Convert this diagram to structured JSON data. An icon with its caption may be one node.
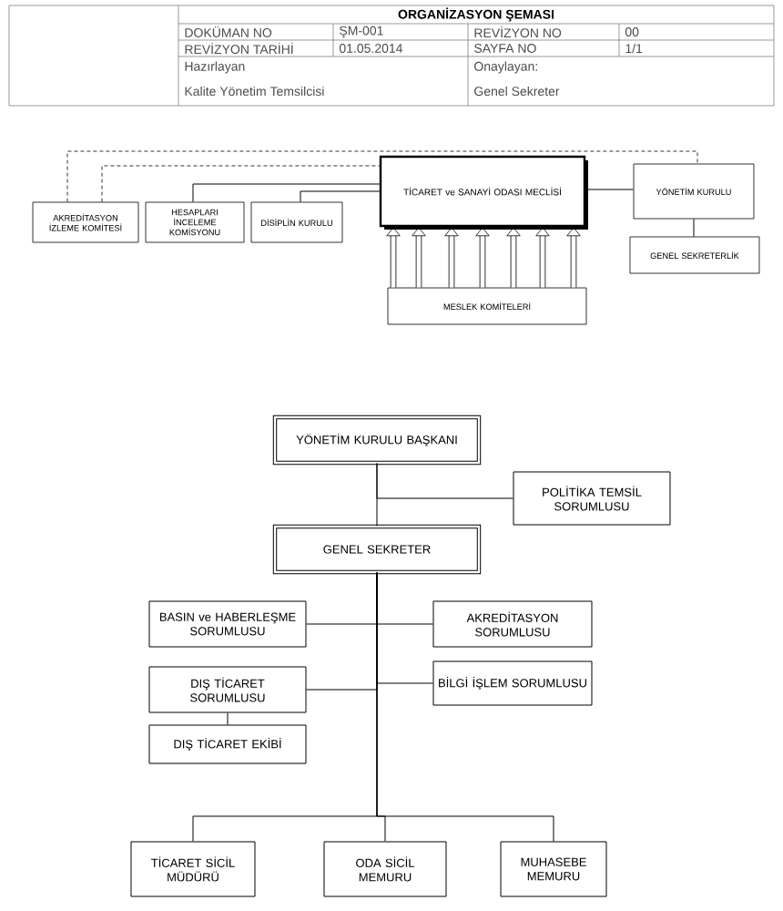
{
  "diagram": {
    "title": "ORGANİZASYON ŞEMASI",
    "nodes": [
      {
        "text": [
          "AKREDİTASYON İZLEME KOMİTESİ"
        ]
      },
      {
        "text": [
          "HESAPLARI İNCELEME KOMİSYONU"
        ]
      },
      {
        "text": [
          "DİSİPLİN KURULU"
        ]
      },
      {
        "text": [
          "TİCARET ve SANAYİ ODASI MECLİSİ"
        ]
      },
      {
        "text": [
          "YÖNETİM KURULU"
        ]
      },
      {
        "text": [
          "GENEL SEKRETERLİK"
        ]
      },
      {
        "text": [
          "MESLEK KOMİTELERİ"
        ]
      },
      {
        "text": [
          "YÖNETİM KURULU BAŞKANI"
        ]
      },
      {
        "text": [
          "POLİTİKA TEMSİL SORUMLUSU"
        ]
      },
      {
        "text": [
          "GENEL SEKRETER"
        ]
      },
      {
        "text": [
          "BASIN ve HABERLEŞME SORUMLUSU"
        ]
      },
      {
        "text": [
          "AKREDİTASYON SORUMLUSU"
        ]
      },
      {
        "text": [
          "DIŞ TİCARET SORUMLUSU"
        ]
      },
      {
        "text": [
          "BİLGİ İŞLEM SORUMLUSU"
        ]
      },
      {
        "text": [
          "DIŞ TİCARET EKİBİ"
        ]
      },
      {
        "text": [
          "TİCARET SİCİL MÜDÜRÜ"
        ]
      },
      {
        "text": [
          "ODA SİCİL MEMURU"
        ]
      },
      {
        "text": [
          "MUHASEBE MEMURU"
        ]
      }
    ],
    "edges": [
      {
        "from": 0,
        "to": 4,
        "arrow": "none",
        "style": "dashed"
      },
      {
        "from": 0,
        "to": 3,
        "arrow": "none",
        "style": "dashed"
      },
      {
        "from": 3,
        "to": 1,
        "arrow": "none"
      },
      {
        "from": 3,
        "to": 2,
        "arrow": "none"
      },
      {
        "from": 3,
        "to": 4,
        "arrow": "none"
      },
      {
        "from": 4,
        "to": 5,
        "arrow": "none"
      },
      {
        "from": 6,
        "to": 3,
        "arrow": "to",
        "style": "thick"
      },
      {
        "from": 6,
        "to": 3,
        "arrow": "to",
        "style": "thick"
      },
      {
        "from": 6,
        "to": 3,
        "arrow": "to",
        "style": "thick"
      },
      {
        "from": 6,
        "to": 3,
        "arrow": "to",
        "style": "thick"
      },
      {
        "from": 6,
        "to": 3,
        "arrow": "to",
        "style": "thick"
      },
      {
        "from": 6,
        "to": 3,
        "arrow": "to",
        "style": "thick"
      },
      {
        "from": 6,
        "to": 3,
        "arrow": "to",
        "style": "thick"
      },
      {
        "from": 7,
        "to": 9,
        "arrow": "none"
      },
      {
        "from": 7,
        "to": 8,
        "arrow": "none"
      },
      {
        "from": 9,
        "to": 10,
        "arrow": "none"
      },
      {
        "from": 9,
        "to": 11,
        "arrow": "none"
      },
      {
        "from": 9,
        "to": 12,
        "arrow": "none"
      },
      {
        "from": 9,
        "to": 13,
        "arrow": "none"
      },
      {
        "from": 12,
        "to": 14,
        "arrow": "none"
      },
      {
        "from": 9,
        "to": 15,
        "arrow": "none"
      },
      {
        "from": 9,
        "to": 16,
        "arrow": "none"
      },
      {
        "from": 9,
        "to": 17,
        "arrow": "none"
      }
    ],
    "labels": [
      "DOKÜMAN NO",
      "ŞM-001",
      "REVİZYON NO",
      "00",
      "REVİZYON TARİHİ",
      "01.05.2014",
      "SAYFA NO",
      "1/1",
      "Hazırlayan",
      "Kalite Yönetim Temsilcisi",
      "Onaylayan:",
      "Genel Sekreter"
    ]
  }
}
